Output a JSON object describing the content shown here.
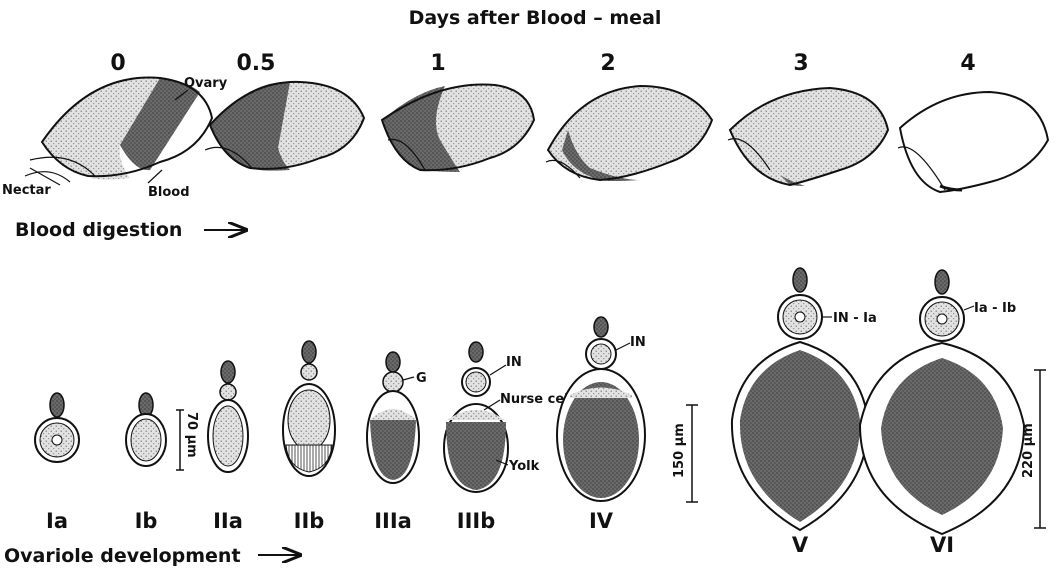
{
  "header": {
    "title": "Days  after  Blood – meal"
  },
  "days": [
    "0",
    "0.5",
    "1",
    "2",
    "3",
    "4"
  ],
  "abdomen_labels": {
    "ovary": "Ovary",
    "nectar": "Nectar",
    "blood": "Blood"
  },
  "blood_digestion": {
    "label": "Blood digestion",
    "arrow": "→"
  },
  "stages": [
    "Ia",
    "Ib",
    "IIa",
    "IIb",
    "IIIa",
    "IIIb",
    "IV",
    "V",
    "VI"
  ],
  "ovariole_labels": {
    "g": "G",
    "in_1": "IN",
    "nurse_cells": "Nurse cells",
    "yolk": "Yolk",
    "in_2": "IN",
    "v_label": "IN - Ia",
    "vi_label": "Ia - Ib"
  },
  "scale_bars": {
    "s70": "70 µm",
    "s150": "150 µm",
    "s220": "220 µm"
  },
  "ovariole_development": {
    "label": "Ovariole development",
    "arrow": "→"
  },
  "colors": {
    "ink": "#111111",
    "blood": "#6f6f6f",
    "yolk": "#5f5f5f",
    "ovary": "#d6d6d6",
    "paper": "#ffffff"
  }
}
